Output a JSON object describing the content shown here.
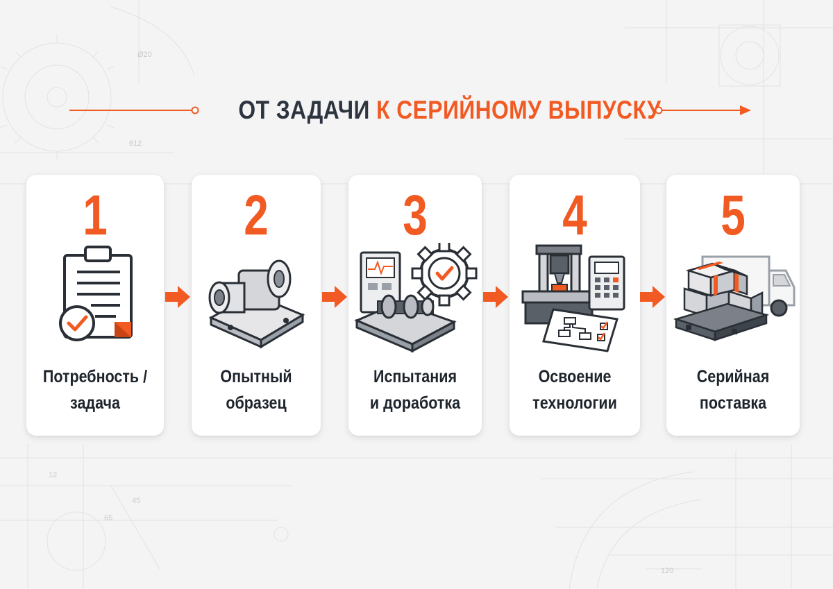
{
  "title": {
    "part1": "ОТ ЗАДАЧИ",
    "part2": "К СЕРИЙНОМУ ВЫПУСКУ"
  },
  "colors": {
    "accent": "#f15a22",
    "dark": "#2d3440",
    "card": "#ffffff",
    "background": "#f4f4f5"
  },
  "steps": [
    {
      "number": "1",
      "label_line1": "Потребность /",
      "label_line2": "задача",
      "icon": "clipboard-check-icon"
    },
    {
      "number": "2",
      "label_line1": "Опытный",
      "label_line2": "образец",
      "icon": "machined-part-icon"
    },
    {
      "number": "3",
      "label_line1": "Испытания",
      "label_line2": "и доработка",
      "icon": "test-bench-gear-icon"
    },
    {
      "number": "4",
      "label_line1": "Освоение",
      "label_line2": "технологии",
      "icon": "cnc-machine-icon"
    },
    {
      "number": "5",
      "label_line1": "Серийная",
      "label_line2": "поставка",
      "icon": "pallet-truck-icon"
    }
  ],
  "background_marks": [
    "Ø20",
    "612",
    "12",
    "45",
    "65",
    "120"
  ]
}
